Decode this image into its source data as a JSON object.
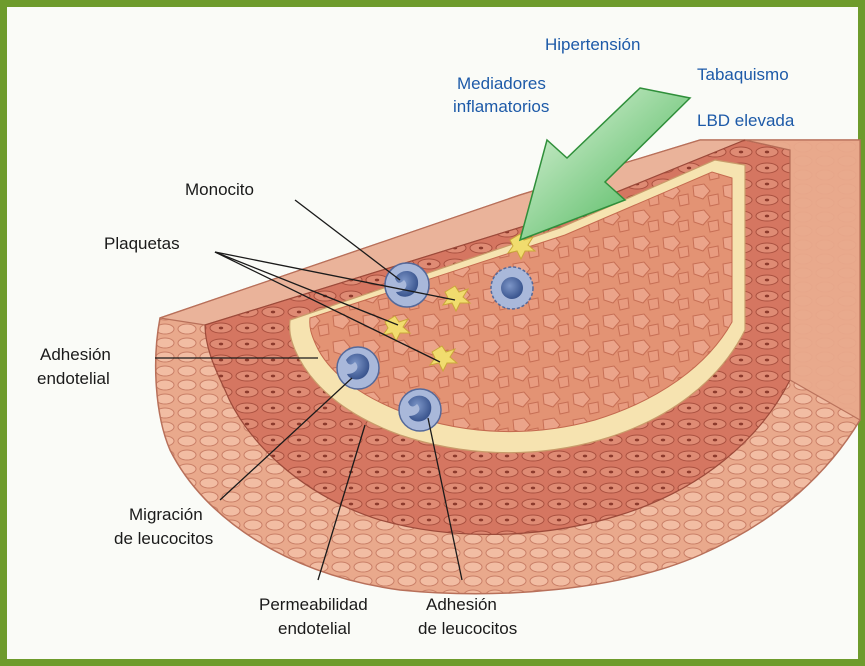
{
  "colors": {
    "frame": "#6e9b2c",
    "background": "#fafbf7",
    "vessel_outer": "#e9a98c",
    "vessel_media": "#d57661",
    "intima_band": "#f6e3b0",
    "lumen": "#e39374",
    "arrow": "#4fbe5e",
    "label_black": "#1a1a1a",
    "label_blue": "#1d5aa8",
    "cell": "#3f5f9e",
    "platelet": "#f1dc6e"
  },
  "risk_factors": {
    "hipertension": "Hipertensión",
    "tabaquismo": "Tabaquismo",
    "ldl": "LBD elevada",
    "mediadores_1": "Mediadores",
    "mediadores_2": "inflamatorios"
  },
  "labels": {
    "monocito": "Monocito",
    "plaquetas": "Plaquetas",
    "adhesion_endotelial_1": "Adhesión",
    "adhesion_endotelial_2": "endotelial",
    "migracion_1": "Migración",
    "migracion_2": "de leucocitos",
    "permeabilidad_1": "Permeabilidad",
    "permeabilidad_2": "endotelial",
    "adhesion_leucocitos_1": "Adhesión",
    "adhesion_leucocitos_2": "de leucocitos"
  }
}
